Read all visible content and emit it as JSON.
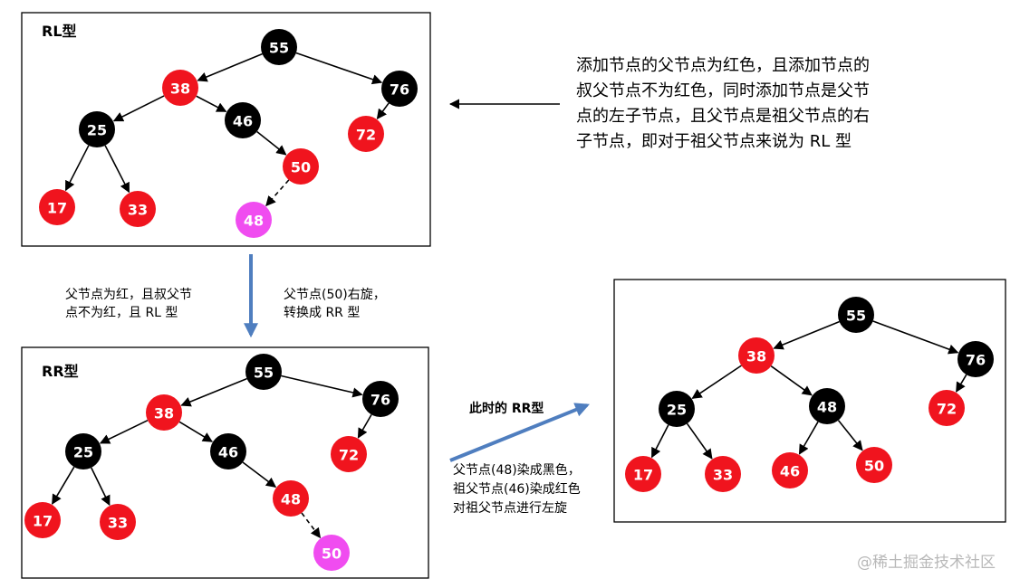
{
  "colors": {
    "black": "#000000",
    "red": "#f0141e",
    "magenta": "#f04cf0",
    "arrow": "#4f7ebf"
  },
  "panels": [
    {
      "id": "rl",
      "title": "RL型",
      "nodes": [
        {
          "id": "n55",
          "label": "55",
          "color": "black"
        },
        {
          "id": "n38",
          "label": "38",
          "color": "red"
        },
        {
          "id": "n76",
          "label": "76",
          "color": "black"
        },
        {
          "id": "n25",
          "label": "25",
          "color": "black"
        },
        {
          "id": "n46",
          "label": "46",
          "color": "black"
        },
        {
          "id": "n72",
          "label": "72",
          "color": "red"
        },
        {
          "id": "n50",
          "label": "50",
          "color": "red"
        },
        {
          "id": "n17",
          "label": "17",
          "color": "red"
        },
        {
          "id": "n33",
          "label": "33",
          "color": "red"
        },
        {
          "id": "n48",
          "label": "48",
          "color": "magenta"
        }
      ],
      "edges": [
        {
          "from": "n55",
          "to": "n38"
        },
        {
          "from": "n55",
          "to": "n76"
        },
        {
          "from": "n38",
          "to": "n25"
        },
        {
          "from": "n38",
          "to": "n46"
        },
        {
          "from": "n76",
          "to": "n72"
        },
        {
          "from": "n46",
          "to": "n50"
        },
        {
          "from": "n25",
          "to": "n17"
        },
        {
          "from": "n25",
          "to": "n33"
        },
        {
          "from": "n50",
          "to": "n48",
          "dashed": true
        }
      ]
    },
    {
      "id": "rr",
      "title": "RR型",
      "nodes": [
        {
          "id": "n55",
          "label": "55",
          "color": "black"
        },
        {
          "id": "n38",
          "label": "38",
          "color": "red"
        },
        {
          "id": "n76",
          "label": "76",
          "color": "black"
        },
        {
          "id": "n25",
          "label": "25",
          "color": "black"
        },
        {
          "id": "n46",
          "label": "46",
          "color": "black"
        },
        {
          "id": "n72",
          "label": "72",
          "color": "red"
        },
        {
          "id": "n48",
          "label": "48",
          "color": "red"
        },
        {
          "id": "n17",
          "label": "17",
          "color": "red"
        },
        {
          "id": "n33",
          "label": "33",
          "color": "red"
        },
        {
          "id": "n50",
          "label": "50",
          "color": "magenta"
        }
      ],
      "edges": [
        {
          "from": "n55",
          "to": "n38"
        },
        {
          "from": "n55",
          "to": "n76"
        },
        {
          "from": "n38",
          "to": "n25"
        },
        {
          "from": "n38",
          "to": "n46"
        },
        {
          "from": "n76",
          "to": "n72"
        },
        {
          "from": "n46",
          "to": "n48"
        },
        {
          "from": "n25",
          "to": "n17"
        },
        {
          "from": "n25",
          "to": "n33"
        },
        {
          "from": "n48",
          "to": "n50",
          "dashed": true
        }
      ]
    },
    {
      "id": "result",
      "title": "",
      "nodes": [
        {
          "id": "n55",
          "label": "55",
          "color": "black"
        },
        {
          "id": "n38",
          "label": "38",
          "color": "red"
        },
        {
          "id": "n76",
          "label": "76",
          "color": "black"
        },
        {
          "id": "n25",
          "label": "25",
          "color": "black"
        },
        {
          "id": "n48",
          "label": "48",
          "color": "black"
        },
        {
          "id": "n72",
          "label": "72",
          "color": "red"
        },
        {
          "id": "n17",
          "label": "17",
          "color": "red"
        },
        {
          "id": "n33",
          "label": "33",
          "color": "red"
        },
        {
          "id": "n46",
          "label": "46",
          "color": "red"
        },
        {
          "id": "n50",
          "label": "50",
          "color": "red"
        }
      ],
      "edges": [
        {
          "from": "n55",
          "to": "n38"
        },
        {
          "from": "n55",
          "to": "n76"
        },
        {
          "from": "n38",
          "to": "n25"
        },
        {
          "from": "n38",
          "to": "n48"
        },
        {
          "from": "n76",
          "to": "n72"
        },
        {
          "from": "n25",
          "to": "n17"
        },
        {
          "from": "n25",
          "to": "n33"
        },
        {
          "from": "n48",
          "to": "n46"
        },
        {
          "from": "n48",
          "to": "n50"
        }
      ]
    }
  ],
  "annotations": {
    "description": [
      "添加节点的父节点为红色，且添加节点的",
      "叔父节点不为红色，同时添加节点是父节",
      "点的左子节点，且父节点是祖父节点的右",
      "子节点，即对于祖父节点来说为 RL 型"
    ],
    "condition": [
      "父节点为红，且叔父节",
      "点不为红，且 RL 型"
    ],
    "rotate": [
      "父节点(50)右旋，",
      "转换成 RR 型"
    ],
    "now_rr": "此时的 RR型",
    "recolor": [
      "父节点(48)染成黑色，",
      "祖父节点(46)染成红色",
      "对祖父节点进行左旋"
    ]
  },
  "watermark": "@稀土掘金技术社区"
}
